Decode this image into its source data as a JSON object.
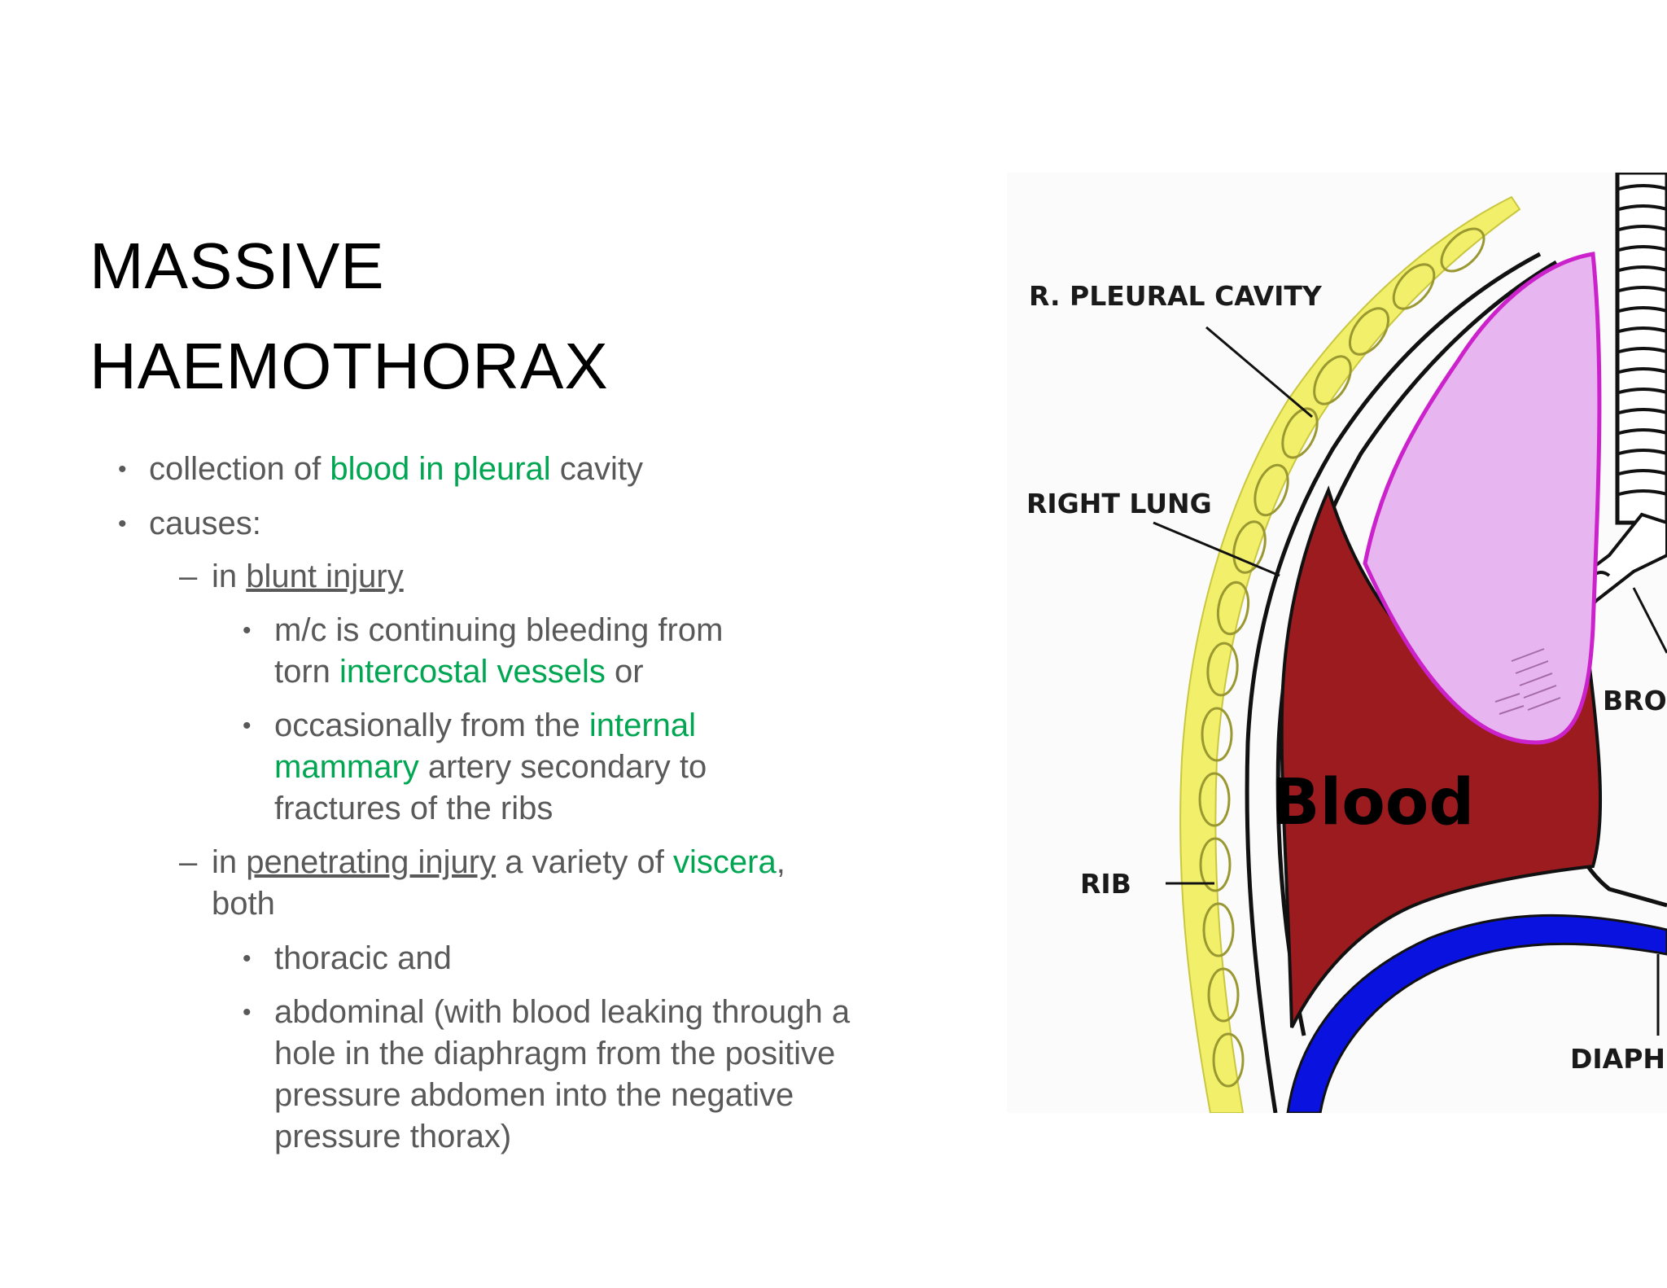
{
  "title": {
    "line1": "MASSIVE",
    "line2": "HAEMOTHORAX"
  },
  "colors": {
    "highlight": "#00a651",
    "body_text": "#595959",
    "blood": "#9b1b1e",
    "lung": "#e7b6f0",
    "pleura_outline": "#cc22cc",
    "chest_wall": "#f2f06a",
    "diaphragm": "#0a12e0"
  },
  "bullets": {
    "b1": {
      "pre": "collection of ",
      "hl": "blood in pleural",
      "post": " cavity"
    },
    "b2": {
      "text": "causes:"
    },
    "blunt": {
      "pre": "in ",
      "ul": "blunt injury"
    },
    "blunt_a": {
      "line1": "m/c is continuing bleeding from",
      "line2_pre": "torn ",
      "line2_hl": "intercostal vessels",
      "line2_post": " or"
    },
    "blunt_b": {
      "line1_pre": "occasionally from the ",
      "line1_hl": "internal",
      "line2_hl": "mammary",
      "line2_post": " artery secondary to",
      "line3": "fractures of the ribs"
    },
    "penetrating": {
      "pre": "in ",
      "ul": "penetrating injury",
      "mid": " a variety of ",
      "hl": "viscera",
      "post": ",",
      "line2": "both"
    },
    "pen_a": {
      "text": "thoracic and"
    },
    "pen_b": {
      "line1": "abdominal (with blood leaking through a",
      "line2": "hole in the diaphragm from the positive",
      "line3": "pressure abdomen into the negative",
      "line4": "pressure thorax)"
    }
  },
  "figure": {
    "labels": {
      "pleural_cavity": "R. PLEURAL CAVITY",
      "right_lung": "RIGHT LUNG",
      "rib": "RIB",
      "blood": "Blood",
      "bronchus_partial": "BRO",
      "diaphragm_partial": "DIAPH"
    }
  }
}
